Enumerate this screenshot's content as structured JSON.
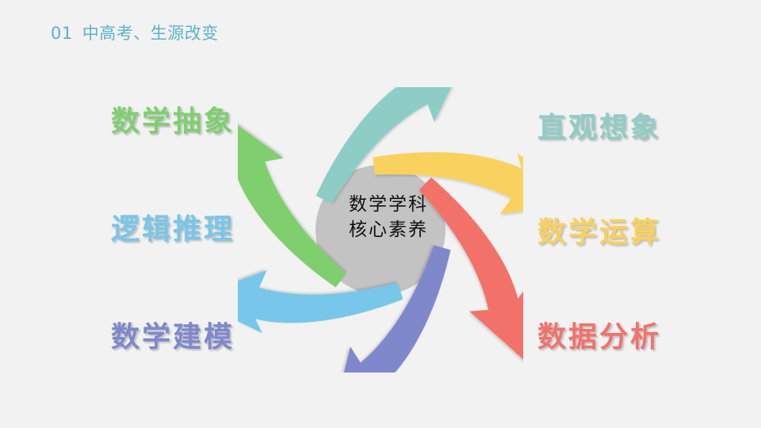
{
  "header": {
    "number": "01",
    "title": "中高考、生源改变"
  },
  "center": {
    "line1": "数学学科",
    "line2": "核心素养"
  },
  "labels": {
    "abstraction": "数学抽象",
    "reasoning": "逻辑推理",
    "modeling": "数学建模",
    "imagination": "直观想象",
    "computation": "数学运算",
    "analysis": "数据分析"
  },
  "colors": {
    "heading": "#5bb3c6",
    "abstraction": "#7fcf6e",
    "reasoning": "#78c6ea",
    "modeling": "#7f88cb",
    "imagination": "#8ecdc6",
    "computation": "#f9d15e",
    "analysis": "#f2726b",
    "center_circle": "#c3c3c3"
  }
}
